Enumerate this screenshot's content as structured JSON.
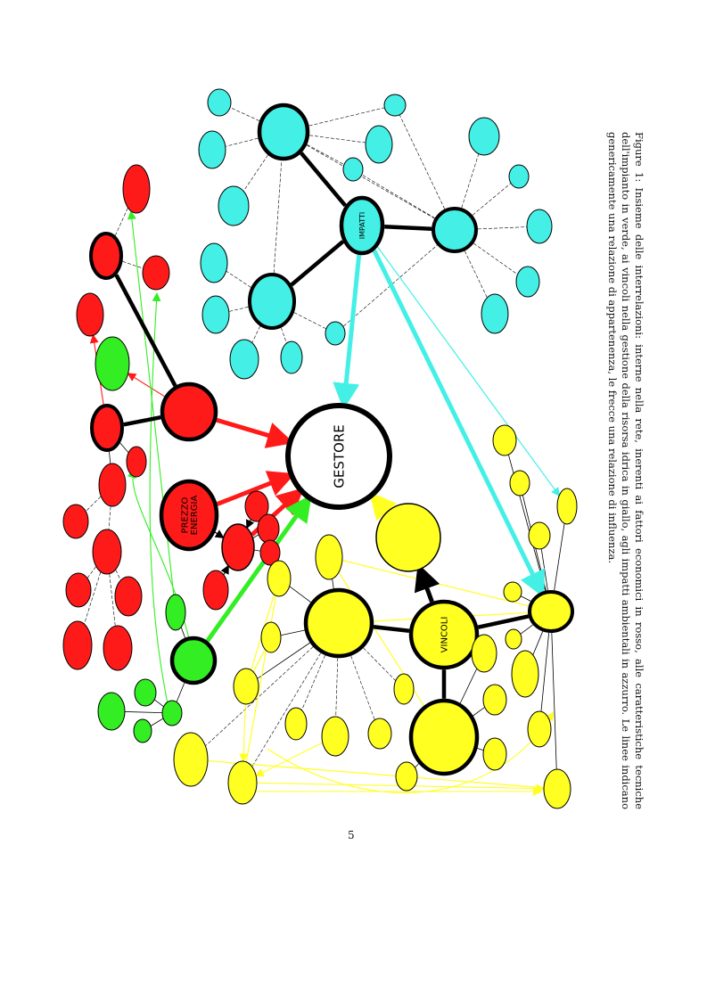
{
  "colors": {
    "red": "#ff1a1a",
    "green": "#33ee22",
    "yellow": "#ffff22",
    "cyan": "#44f0e6",
    "white": "#ffffff",
    "black": "#000000"
  },
  "diagram": {
    "nodes": [
      {
        "id": "gestore",
        "label": "GESTORE",
        "color": "white"
      },
      {
        "id": "prezzo_energia",
        "label": "PREZZO\nENERGIA",
        "color": "red"
      },
      {
        "id": "vincoli",
        "label": "VINCOLI",
        "color": "yellow"
      },
      {
        "id": "impatti",
        "label": "IMPATTI",
        "color": "cyan"
      },
      {
        "id": "r_main1",
        "label": "",
        "color": "red"
      },
      {
        "id": "r_main2",
        "label": "",
        "color": "red"
      },
      {
        "id": "r_main3",
        "label": "",
        "color": "red"
      },
      {
        "id": "r_top",
        "label": "",
        "color": "red"
      },
      {
        "id": "r_a",
        "label": "",
        "color": "red"
      },
      {
        "id": "r_b",
        "label": "",
        "color": "red"
      },
      {
        "id": "r_c",
        "label": "",
        "color": "red"
      },
      {
        "id": "r_d",
        "label": "",
        "color": "red"
      },
      {
        "id": "r_e",
        "label": "",
        "color": "red"
      },
      {
        "id": "r_f",
        "label": "",
        "color": "red"
      },
      {
        "id": "r_g",
        "label": "",
        "color": "red"
      },
      {
        "id": "r_h",
        "label": "",
        "color": "red"
      },
      {
        "id": "r_i",
        "label": "",
        "color": "red"
      },
      {
        "id": "r_j",
        "label": "",
        "color": "red"
      },
      {
        "id": "r_k",
        "label": "",
        "color": "red"
      },
      {
        "id": "r_l",
        "label": "",
        "color": "red"
      },
      {
        "id": "r_m",
        "label": "",
        "color": "red"
      },
      {
        "id": "r_n",
        "label": "",
        "color": "red"
      },
      {
        "id": "r_o",
        "label": "",
        "color": "red"
      },
      {
        "id": "g_main",
        "label": "",
        "color": "green"
      },
      {
        "id": "g_top",
        "label": "",
        "color": "green"
      },
      {
        "id": "g_a",
        "label": "",
        "color": "green"
      },
      {
        "id": "g_b",
        "label": "",
        "color": "green"
      },
      {
        "id": "g_c",
        "label": "",
        "color": "green"
      },
      {
        "id": "g_d",
        "label": "",
        "color": "green"
      },
      {
        "id": "g_e",
        "label": "",
        "color": "green"
      },
      {
        "id": "c_main1",
        "label": "",
        "color": "cyan"
      },
      {
        "id": "c_main2",
        "label": "",
        "color": "cyan"
      },
      {
        "id": "c_main3",
        "label": "",
        "color": "cyan"
      },
      {
        "id": "c_a",
        "label": "",
        "color": "cyan"
      },
      {
        "id": "c_b",
        "label": "",
        "color": "cyan"
      },
      {
        "id": "c_c",
        "label": "",
        "color": "cyan"
      },
      {
        "id": "c_d",
        "label": "",
        "color": "cyan"
      },
      {
        "id": "c_e",
        "label": "",
        "color": "cyan"
      },
      {
        "id": "c_f",
        "label": "",
        "color": "cyan"
      },
      {
        "id": "c_g",
        "label": "",
        "color": "cyan"
      },
      {
        "id": "c_h",
        "label": "",
        "color": "cyan"
      },
      {
        "id": "c_i",
        "label": "",
        "color": "cyan"
      },
      {
        "id": "c_j",
        "label": "",
        "color": "cyan"
      },
      {
        "id": "c_k",
        "label": "",
        "color": "cyan"
      },
      {
        "id": "c_l",
        "label": "",
        "color": "cyan"
      },
      {
        "id": "c_m",
        "label": "",
        "color": "cyan"
      },
      {
        "id": "c_n",
        "label": "",
        "color": "cyan"
      },
      {
        "id": "c_o",
        "label": "",
        "color": "cyan"
      },
      {
        "id": "c_p",
        "label": "",
        "color": "cyan"
      },
      {
        "id": "y_main1",
        "label": "",
        "color": "yellow"
      },
      {
        "id": "y_main2",
        "label": "",
        "color": "yellow"
      },
      {
        "id": "y_main3",
        "label": "",
        "color": "yellow"
      },
      {
        "id": "y_link",
        "label": "",
        "color": "yellow"
      },
      {
        "id": "y_a",
        "label": "",
        "color": "yellow"
      },
      {
        "id": "y_b",
        "label": "",
        "color": "yellow"
      },
      {
        "id": "y_c",
        "label": "",
        "color": "yellow"
      },
      {
        "id": "y_d",
        "label": "",
        "color": "yellow"
      },
      {
        "id": "y_e",
        "label": "",
        "color": "yellow"
      },
      {
        "id": "y_f",
        "label": "",
        "color": "yellow"
      },
      {
        "id": "y_g",
        "label": "",
        "color": "yellow"
      },
      {
        "id": "y_h",
        "label": "",
        "color": "yellow"
      },
      {
        "id": "y_i",
        "label": "",
        "color": "yellow"
      },
      {
        "id": "y_j",
        "label": "",
        "color": "yellow"
      },
      {
        "id": "y_k",
        "label": "",
        "color": "yellow"
      },
      {
        "id": "y_l",
        "label": "",
        "color": "yellow"
      },
      {
        "id": "y_m",
        "label": "",
        "color": "yellow"
      },
      {
        "id": "y_n",
        "label": "",
        "color": "yellow"
      },
      {
        "id": "y_o",
        "label": "",
        "color": "yellow"
      },
      {
        "id": "y_p",
        "label": "",
        "color": "yellow"
      },
      {
        "id": "y_q",
        "label": "",
        "color": "yellow"
      },
      {
        "id": "y_r",
        "label": "",
        "color": "yellow"
      },
      {
        "id": "y_s",
        "label": "",
        "color": "yellow"
      },
      {
        "id": "y_t",
        "label": "",
        "color": "yellow"
      },
      {
        "id": "y_u",
        "label": "",
        "color": "yellow"
      },
      {
        "id": "y_v",
        "label": "",
        "color": "yellow"
      },
      {
        "id": "y_w",
        "label": "",
        "color": "yellow"
      },
      {
        "id": "y_x",
        "label": "",
        "color": "yellow"
      },
      {
        "id": "y_y",
        "label": "",
        "color": "yellow"
      },
      {
        "id": "y_z",
        "label": "",
        "color": "yellow"
      }
    ],
    "edges": [
      {
        "from": "r_main1",
        "to": "gestore",
        "style": "arrow",
        "color": "red"
      },
      {
        "from": "prezzo_energia",
        "to": "gestore",
        "style": "arrow",
        "color": "red"
      },
      {
        "from": "r_main3",
        "to": "gestore",
        "style": "arrow",
        "color": "red"
      },
      {
        "from": "g_main",
        "to": "gestore",
        "style": "arrow",
        "color": "green"
      },
      {
        "from": "impatti",
        "to": "gestore",
        "style": "arrow",
        "color": "cyan"
      },
      {
        "from": "impatti",
        "to": "y_main3",
        "style": "arrow",
        "color": "cyan"
      },
      {
        "from": "impatti",
        "to": "y_c",
        "style": "thin-arrow",
        "color": "cyan"
      },
      {
        "from": "y_link",
        "to": "gestore",
        "style": "arrow",
        "color": "yellow"
      },
      {
        "from": "vincoli",
        "to": "y_link",
        "style": "arrow",
        "color": "black"
      },
      {
        "from": "r_main1",
        "to": "r_top",
        "style": "thick",
        "color": "black"
      },
      {
        "from": "r_main1",
        "to": "r_main2",
        "style": "thick",
        "color": "black"
      },
      {
        "from": "vincoli",
        "to": "y_main1",
        "style": "thick",
        "color": "black"
      },
      {
        "from": "vincoli",
        "to": "y_main2",
        "style": "thick",
        "color": "black"
      },
      {
        "from": "vincoli",
        "to": "y_main3",
        "style": "thick",
        "color": "black"
      },
      {
        "from": "impatti",
        "to": "c_main1",
        "style": "thick",
        "color": "black"
      },
      {
        "from": "impatti",
        "to": "c_main2",
        "style": "thick",
        "color": "black"
      },
      {
        "from": "impatti",
        "to": "c_main3",
        "style": "thick",
        "color": "black"
      }
    ]
  },
  "caption": "Figure 1: Insieme delle interrelazioni: interne nella rete, inerenti ai fattori economici in rosso, alle caratteristiche tecniche dell'impianto in verde, ai vincoli nella gestione della risorsa idrica in giallo, agli impatti ambientali in azzurro. Le linee indicano genericamente una relazione di appartenenza, le frecce una relazione di influenza.",
  "page_number": "5"
}
